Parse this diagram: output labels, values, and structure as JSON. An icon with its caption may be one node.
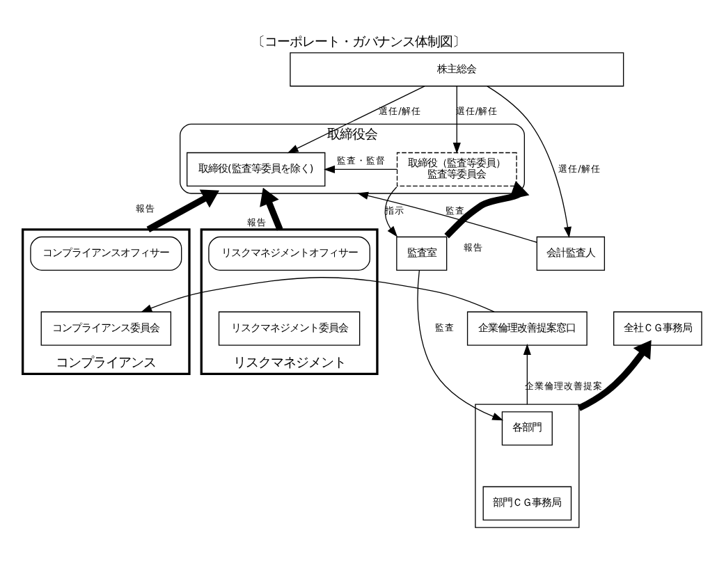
{
  "diagram": {
    "title": "〔コーポレート・ガバナンス体制図〕",
    "nodes": [
      {
        "text": [
          "株主総会"
        ]
      },
      {
        "text": [
          "取締役会"
        ]
      },
      {
        "text": [
          "取締役(監査等委員を除く)"
        ],
        "in": 1
      },
      {
        "text": [
          "取締役（監査等委員）",
          "監査等委員会"
        ],
        "in": 1
      },
      {
        "text": [
          "会計監査人"
        ]
      },
      {
        "text": [
          "コンプライアンス"
        ]
      },
      {
        "text": [
          "コンプライアンスオフィサー"
        ],
        "in": 5
      },
      {
        "text": [
          "コンプライアンス委員会"
        ],
        "in": 5
      },
      {
        "text": [
          "リスクマネジメント"
        ]
      },
      {
        "text": [
          "リスクマネジメントオフィサー"
        ],
        "in": 8
      },
      {
        "text": [
          "リスクマネジメント委員会"
        ],
        "in": 8
      },
      {
        "text": [
          "監査室"
        ]
      },
      {
        "text": [
          "企業倫理改善提案窓口"
        ]
      },
      {
        "text": [
          "全社ＣＧ事務局"
        ]
      },
      {
        "text": [],
        "shape": "box"
      },
      {
        "text": [
          "各部門"
        ],
        "in": 14
      },
      {
        "text": [
          "部門ＣＧ事務局"
        ],
        "in": 14
      }
    ],
    "edges": [
      {
        "from": 0,
        "to": 2,
        "arrow": "to",
        "label": "選任/解任"
      },
      {
        "from": 0,
        "to": 3,
        "arrow": "to",
        "label": "選任/解任"
      },
      {
        "from": 0,
        "to": 4,
        "arrow": "to",
        "label": "選任/解任"
      },
      {
        "from": 4,
        "to": 1,
        "arrow": "to",
        "label": "監査"
      },
      {
        "from": 3,
        "to": 2,
        "arrow": "to",
        "label": "監査・監督"
      },
      {
        "from": 5,
        "to": 1,
        "arrow": "to",
        "label": "報告",
        "style": "thick"
      },
      {
        "from": 8,
        "to": 1,
        "arrow": "to",
        "label": "報告",
        "style": "thick"
      },
      {
        "from": 11,
        "to": 3,
        "arrow": "to",
        "label": "報告",
        "style": "thick"
      },
      {
        "from": 3,
        "to": 11,
        "arrow": "to",
        "label": "指示"
      },
      {
        "from": 12,
        "to": 7,
        "arrow": "to"
      },
      {
        "from": 14,
        "to": 12,
        "arrow": "to",
        "label": "企業倫理改善提案"
      },
      {
        "from": 14,
        "to": 13,
        "arrow": "to",
        "style": "thick"
      },
      {
        "from": 11,
        "to": 15,
        "arrow": "to",
        "label": "監査"
      }
    ]
  }
}
